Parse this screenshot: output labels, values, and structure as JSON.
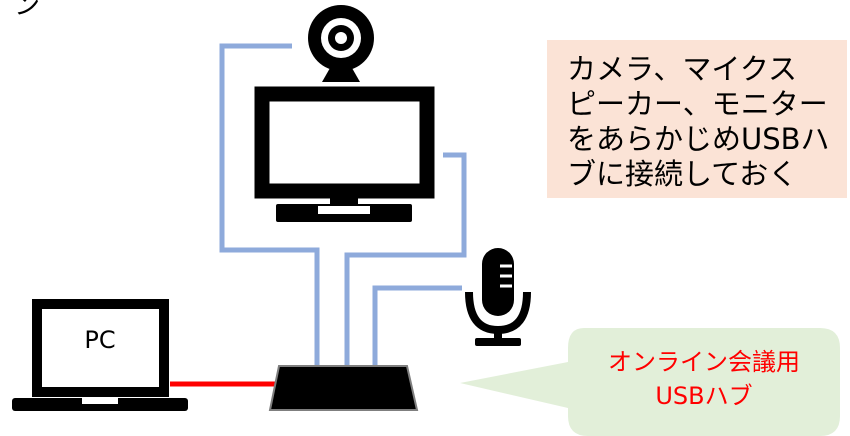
{
  "top_fragment": "ン",
  "devices": {
    "camera": "webcam-icon",
    "monitor": "monitor-icon",
    "microphone": "microphone-icon",
    "pc": {
      "label": "PC",
      "icon": "laptop-icon"
    },
    "hub": "usb-hub-icon"
  },
  "instruction_note": {
    "lines": [
      "カメラ、マイクス",
      "ピーカー、モニター",
      "をあらかじめUSBハ",
      "ブに接続しておく"
    ],
    "background": "#fbe3d6"
  },
  "hub_callout": {
    "line1": "オンライン会議用",
    "line2": "USBハブ",
    "text_color": "#ff0000",
    "background": "#e2efd9"
  },
  "colors": {
    "usb_cable": "#8eaadb",
    "pc_cable": "#ff0000",
    "device": "#000000"
  }
}
